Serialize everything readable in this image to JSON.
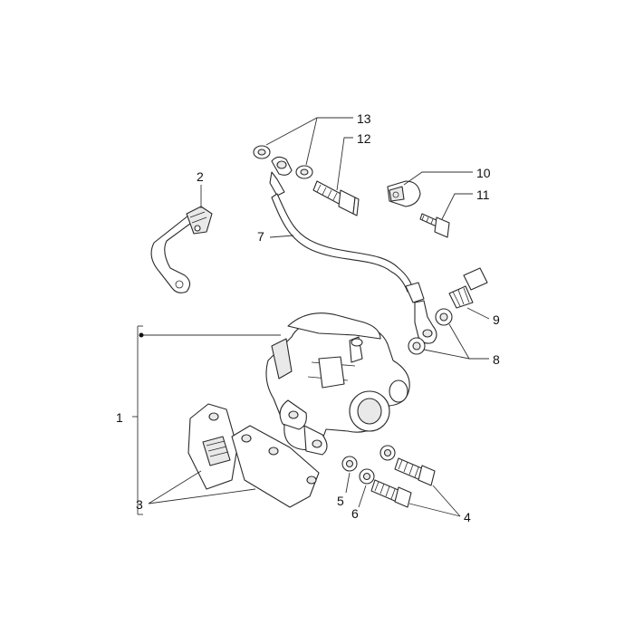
{
  "callouts": [
    {
      "id": "c1",
      "label": "1"
    },
    {
      "id": "c2",
      "label": "2"
    },
    {
      "id": "c3",
      "label": "3"
    },
    {
      "id": "c4",
      "label": "4"
    },
    {
      "id": "c5",
      "label": "5"
    },
    {
      "id": "c6",
      "label": "6"
    },
    {
      "id": "c7",
      "label": "7"
    },
    {
      "id": "c8",
      "label": "8"
    },
    {
      "id": "c9",
      "label": "9"
    },
    {
      "id": "c10",
      "label": "10"
    },
    {
      "id": "c11",
      "label": "11"
    },
    {
      "id": "c12",
      "label": "12"
    },
    {
      "id": "c13",
      "label": "13"
    }
  ],
  "colors": {
    "line": "#2a2a2a",
    "background": "#ffffff",
    "fill_shade": "#e9e9e9"
  }
}
